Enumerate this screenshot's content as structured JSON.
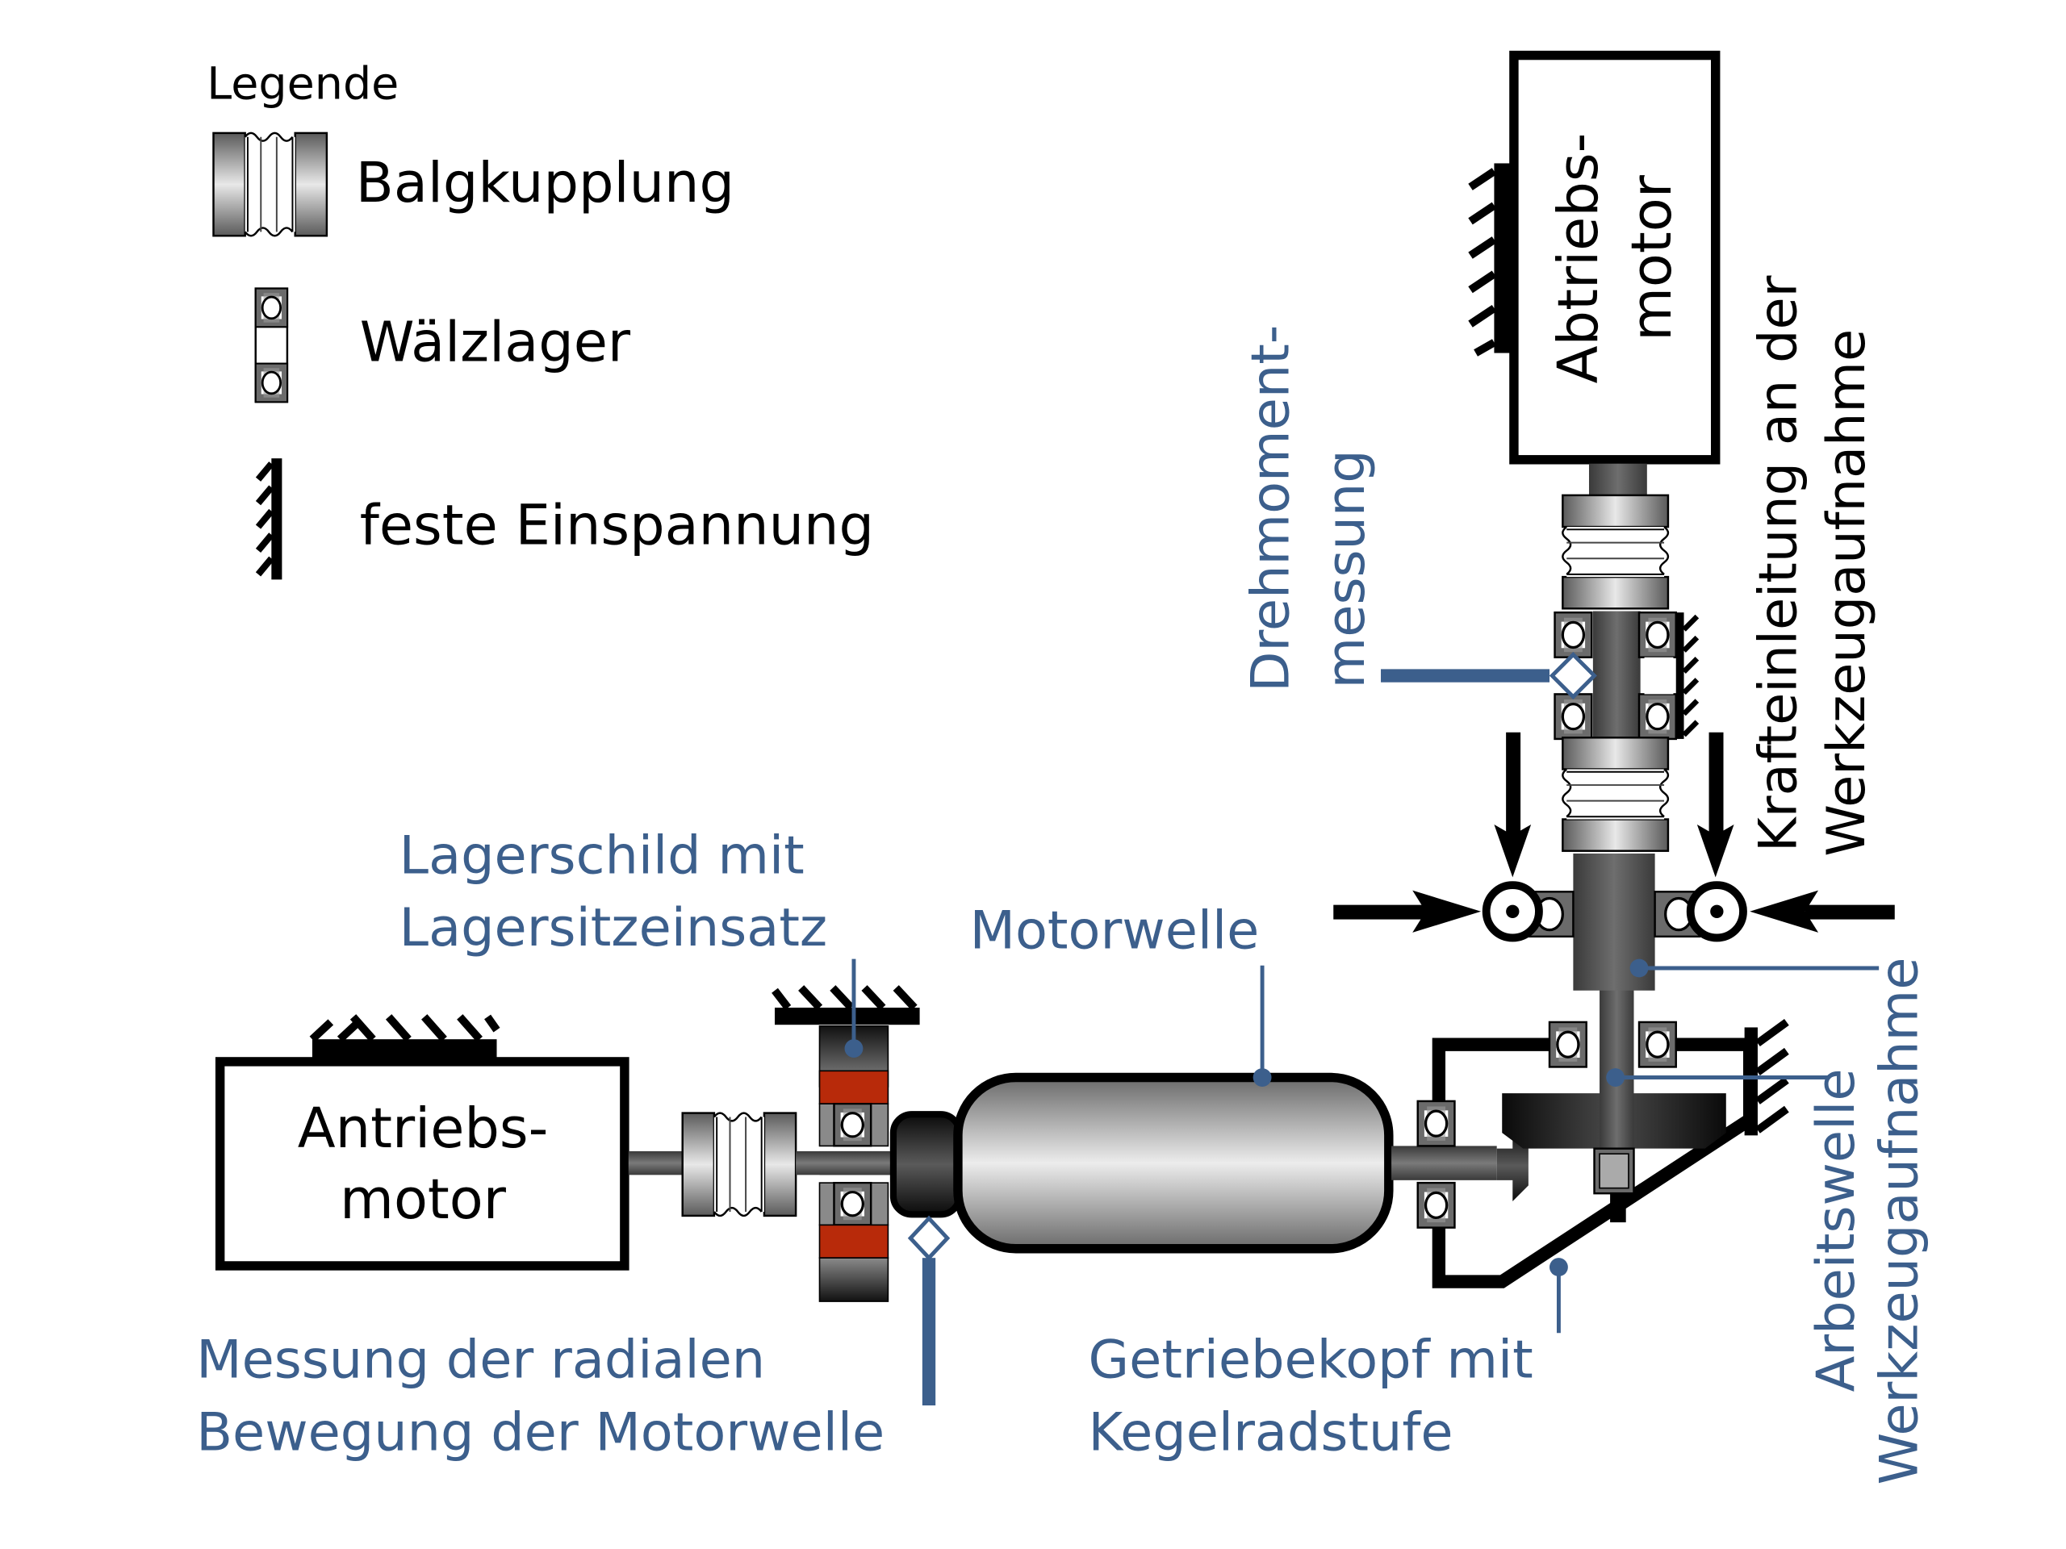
{
  "legend": {
    "title": "Legende",
    "items": [
      {
        "icon": "bellows-coupling-icon",
        "label": "Balgkupplung"
      },
      {
        "icon": "rolling-bearing-icon",
        "label": "Wälzlager"
      },
      {
        "icon": "fixed-clamping-icon",
        "label": "feste Einspannung"
      }
    ]
  },
  "components": {
    "drive_motor": {
      "line1": "Antriebs-",
      "line2": "motor"
    },
    "output_motor": {
      "line1": "Abtriebs-",
      "line2": "motor"
    }
  },
  "annotations": {
    "bearing_shield": {
      "line1": "Lagerschild mit",
      "line2": "Lagersitzeinsatz"
    },
    "motor_shaft": {
      "line1": "Motorwelle"
    },
    "radial_measurement": {
      "line1": "Messung der radialen",
      "line2": "Bewegung der Motorwelle"
    },
    "gear_head": {
      "line1": "Getriebekopf mit",
      "line2": "Kegelradstufe"
    },
    "torque_measurement": {
      "line1": "Drehmoment-",
      "line2": "messung"
    },
    "force_application": {
      "line1": "Krafteinleitung an der",
      "line2": "Werkzeugaufnahme"
    },
    "work_shaft": {
      "line1": "Arbeitswelle",
      "line2": "Werkzeugaufnahme"
    }
  },
  "colors": {
    "annotation_blue": "#3c5f8c",
    "bearing_seat_red": "#b82a0a",
    "outline": "#000000"
  }
}
